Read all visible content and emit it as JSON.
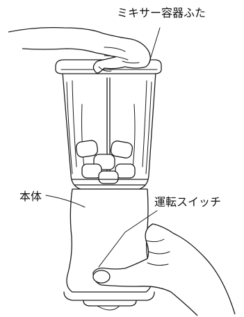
{
  "labels": {
    "lid": "ミキサー容器ふた",
    "body": "本体",
    "switch": "運転スイッチ"
  },
  "colors": {
    "ink": "#1a1a1a",
    "background": "#ffffff"
  },
  "icons": {
    "top_hand": "hand-holding-lid",
    "bottom_hand": "hand-pressing-switch"
  }
}
